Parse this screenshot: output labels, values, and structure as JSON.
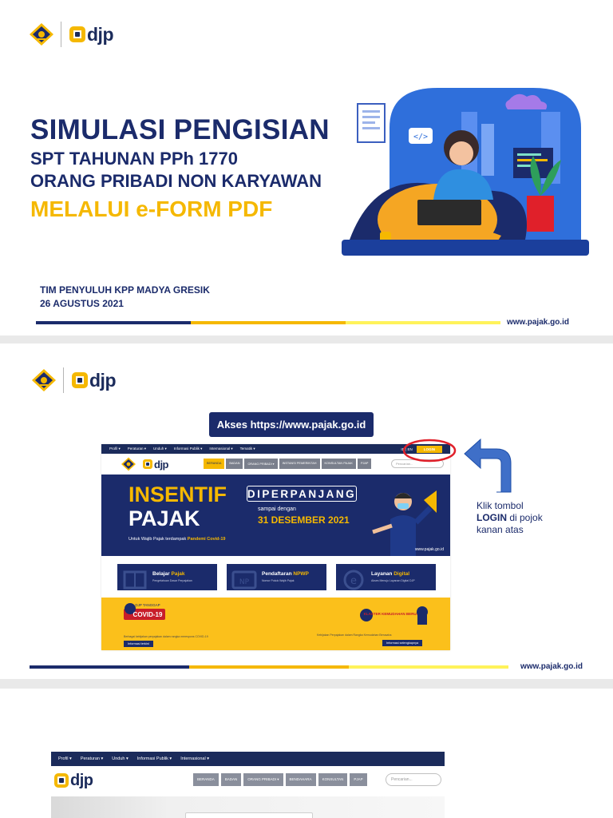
{
  "slide1": {
    "title_line1": "SIMULASI PENGISIAN",
    "title_line2": "SPT TAHUNAN PPh 1770",
    "title_line3": "ORANG PRIBADI NON KARYAWAN",
    "title_line4": "MELALUI e-FORM PDF",
    "team": "TIM PENYULUH KPP MADYA GRESIK",
    "date": "26 AGUSTUS 2021",
    "website": "www.pajak.go.id",
    "code_tag": "</>"
  },
  "logo": {
    "brand": "djp"
  },
  "slide2": {
    "akses_label": "Akses https://www.pajak.go.id",
    "website": "www.pajak.go.id",
    "instruction": {
      "line1": "Klik tombol",
      "bold": "LOGIN",
      "line2": " di pojok",
      "line3": "kanan atas"
    },
    "site": {
      "top_nav": [
        "Profil ▾",
        "Peraturan ▾",
        "Unduh ▾",
        "Informasi Publik ▾",
        "Internasional ▾",
        "Tematik ▾"
      ],
      "lang": "ID | EN",
      "login": "LOGIN",
      "menu": [
        "BERANDA",
        "BADAN",
        "ORANG PRIBADI ▾",
        "INSTANSI PEMERINTAH",
        "KONSULTAN PAJAK",
        "PJAP"
      ],
      "search_placeholder": "Pencarian...",
      "banner": {
        "word1": "INSENTIF",
        "word2": "PAJAK",
        "diperpanjang": "DIPERPANJANG",
        "sampai": "sampai dengan",
        "date": "31 DESEMBER 2021",
        "sub_prefix": "Untuk Wajib Pajak terdampak ",
        "sub_bold": "Pandemi Covid-19",
        "site": "www.pajak.go.id"
      },
      "tiles": [
        {
          "title": "Belajar ",
          "accent": "Pajak",
          "sub": "Pengetahuan Dasar Perpajakan"
        },
        {
          "title": "Pendaftaran ",
          "accent": "NPWP",
          "sub": "Nomor Pokok Wajib Pajak"
        },
        {
          "title": "Layanan ",
          "accent": "Digital",
          "sub": "Akses Menuju Layanan Digital DJP"
        }
      ],
      "covid": {
        "badge_top": "DJP TANGGAP",
        "badge_main": "COVID-19",
        "left_text": "Berbagai kebijakan perpajakan dalam rangka merespons COVID-19",
        "left_btn": "Informasi terkini",
        "klaster": "KLASTER KEMUDAHAN BERUSAHA",
        "right_text": "Kebijakan Perpajakan dalam Rangka Kemudahan Berusaha",
        "right_btn": "Informasi selengkapnya"
      }
    }
  },
  "slide3": {
    "top_nav": [
      "Profil ▾",
      "Peraturan ▾",
      "Unduh ▾",
      "Informasi Publik ▾",
      "Internasional ▾"
    ],
    "menu": [
      "BERANDA",
      "BADAN",
      "ORANG PRIBADI ▾",
      "BENDAHARA",
      "KONSULTAN",
      "PJAP"
    ],
    "search_placeholder": "Pencarian..."
  },
  "colors": {
    "navy": "#1b2b6b",
    "gold": "#f5b800",
    "yellow": "#fff35a",
    "login_circle": "#e0202a",
    "arrow": "#3f6fc8"
  }
}
